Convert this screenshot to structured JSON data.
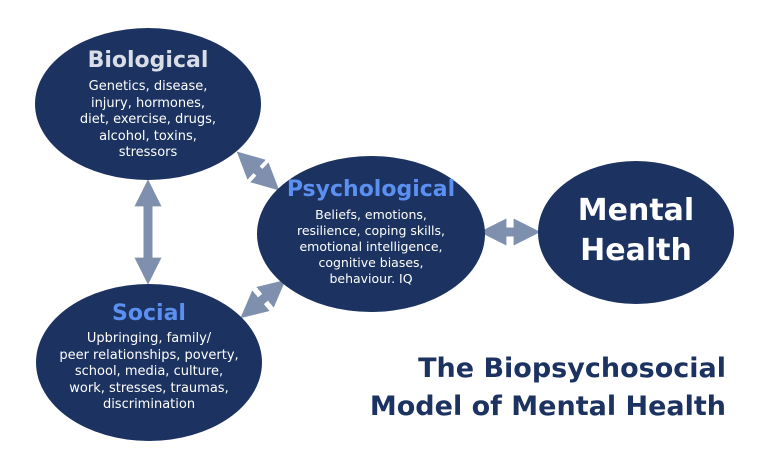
{
  "nodes": {
    "biological": {
      "title": "Biological",
      "body": "Genetics, disease,\ninjury, hormones,\ndiet, exercise, drugs,\nalcohol, toxins,\nstressors"
    },
    "psychological": {
      "title": "Psychological",
      "body": "Beliefs, emotions,\nresilience, coping skills,\nemotional intelligence,\ncognitive biases,\nbehaviour. IQ"
    },
    "social": {
      "title": "Social",
      "body": "Upbringing, family/\npeer relationships, poverty,\nschool, media, culture,\nwork, stresses, traumas,\ndiscrimination"
    },
    "mental_health": {
      "title": "Mental\nHealth"
    }
  },
  "caption": "The Biopsychosocial\nModel of Mental Health",
  "colors": {
    "node_fill": "#1c3260",
    "accent_title": "#5b8ff0",
    "arrow": "#7e90ad"
  }
}
